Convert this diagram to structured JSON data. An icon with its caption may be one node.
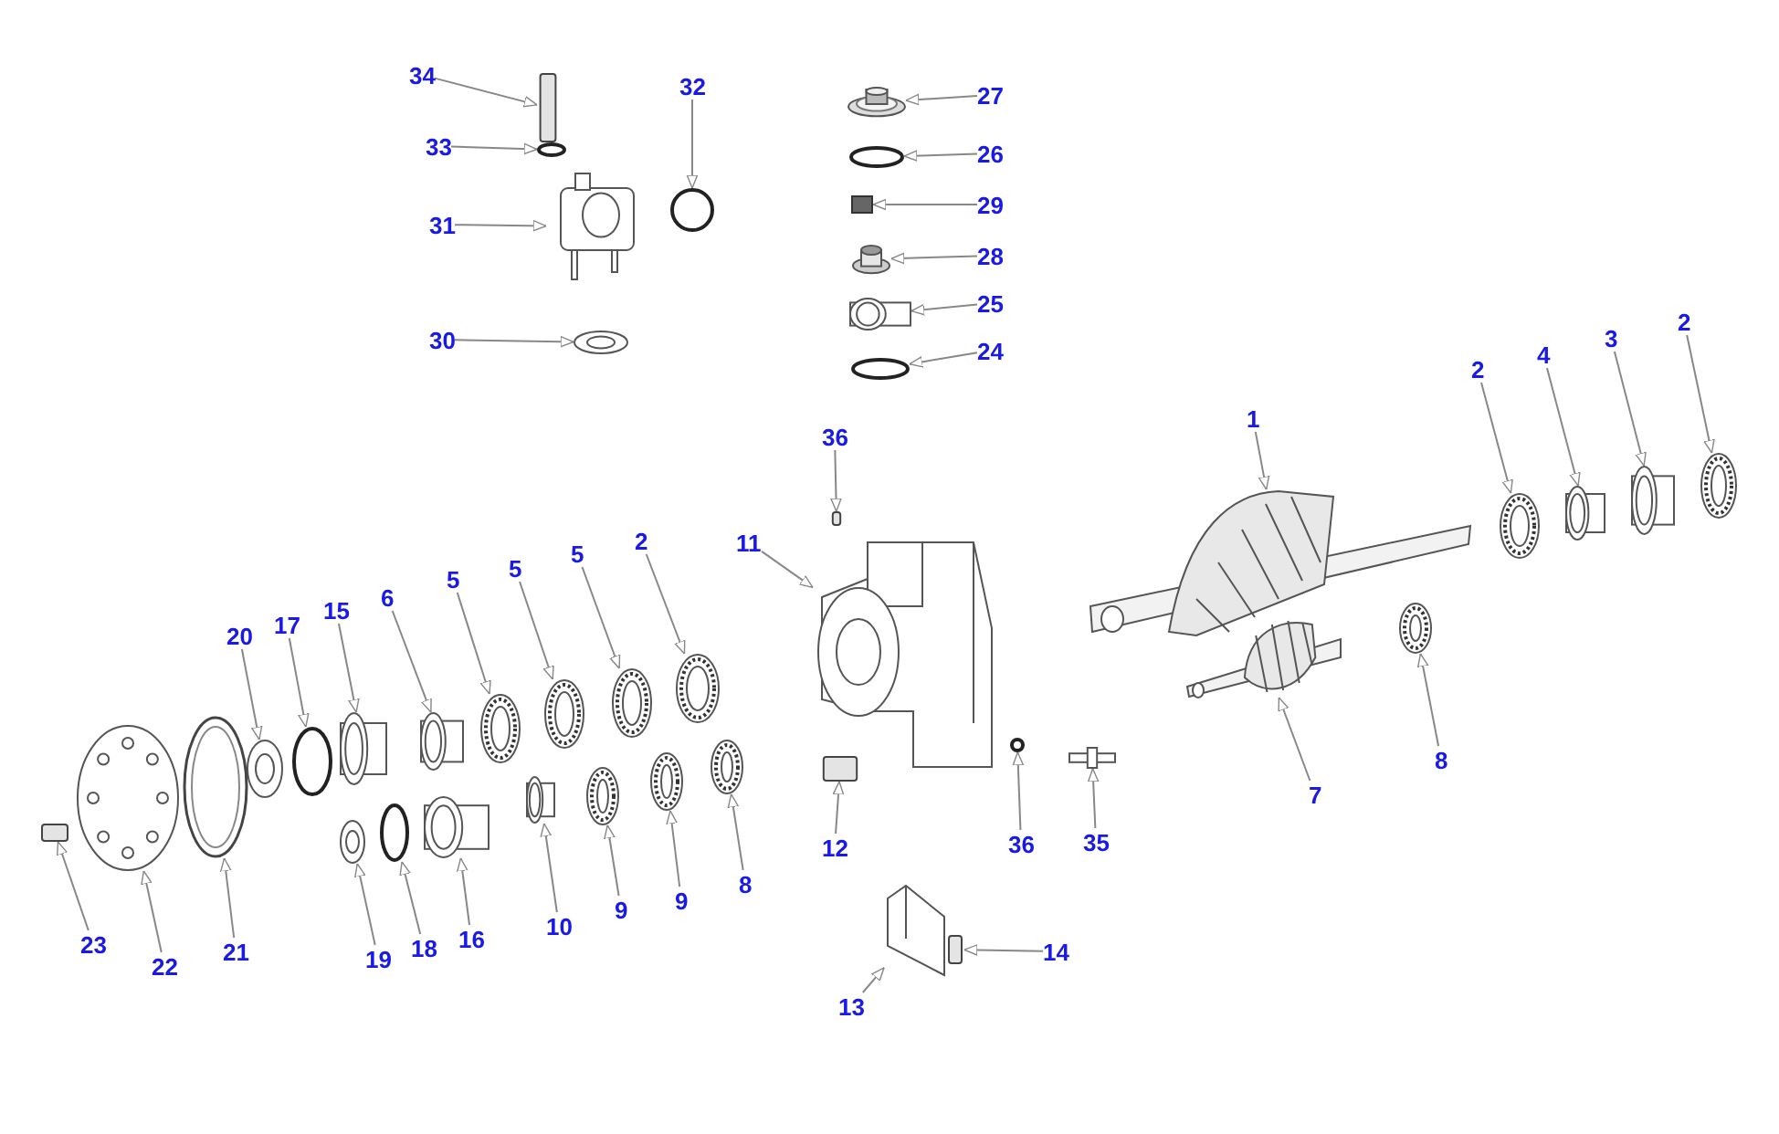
{
  "diagram": {
    "nodes": [
      {
        "text": [
          "34"
        ]
      },
      {
        "text": [],
        "shape": "bar"
      },
      {
        "text": [
          "33"
        ]
      },
      {
        "text": [],
        "shape": "circle"
      },
      {
        "text": [
          "32"
        ]
      },
      {
        "text": [],
        "shape": "circle"
      },
      {
        "text": [
          "31"
        ]
      },
      {
        "text": [],
        "shape": "picture"
      },
      {
        "text": [
          "30"
        ]
      },
      {
        "text": [],
        "shape": "picture"
      },
      {
        "text": [
          "27"
        ]
      },
      {
        "text": [],
        "shape": "picture"
      },
      {
        "text": [
          "26"
        ]
      },
      {
        "text": [],
        "shape": "circle"
      },
      {
        "text": [
          "29"
        ]
      },
      {
        "text": [],
        "shape": "box"
      },
      {
        "text": [
          "28"
        ]
      },
      {
        "text": [],
        "shape": "cylinder"
      },
      {
        "text": [
          "25"
        ]
      },
      {
        "text": [],
        "shape": "picture"
      },
      {
        "text": [
          "24"
        ]
      },
      {
        "text": [],
        "shape": "circle"
      },
      {
        "text": [
          "36"
        ]
      },
      {
        "text": [],
        "shape": "bar"
      },
      {
        "text": [
          "11"
        ]
      },
      {
        "text": [],
        "shape": "picture"
      },
      {
        "text": [
          "1"
        ]
      },
      {
        "text": [],
        "shape": "picture"
      },
      {
        "text": [
          "2"
        ]
      },
      {
        "text": [],
        "shape": "picture"
      },
      {
        "text": [
          "3"
        ]
      },
      {
        "text": [],
        "shape": "picture"
      },
      {
        "text": [
          "4"
        ]
      },
      {
        "text": [],
        "shape": "picture"
      },
      {
        "text": [
          "2"
        ]
      },
      {
        "text": [],
        "shape": "picture"
      },
      {
        "text": [
          "8"
        ]
      },
      {
        "text": [],
        "shape": "picture"
      },
      {
        "text": [
          "7"
        ]
      },
      {
        "text": [],
        "shape": "picture"
      },
      {
        "text": [
          "12"
        ]
      },
      {
        "text": [],
        "shape": "bar"
      },
      {
        "text": [
          "36"
        ]
      },
      {
        "text": [],
        "shape": "circle"
      },
      {
        "text": [
          "35"
        ]
      },
      {
        "text": [],
        "shape": "picture"
      },
      {
        "text": [
          "13"
        ]
      },
      {
        "text": [],
        "shape": "picture"
      },
      {
        "text": [
          "14"
        ]
      },
      {
        "text": [],
        "shape": "bar"
      },
      {
        "text": [
          "2"
        ]
      },
      {
        "text": [],
        "shape": "picture"
      },
      {
        "text": [
          "5"
        ]
      },
      {
        "text": [],
        "shape": "picture"
      },
      {
        "text": [
          "5"
        ]
      },
      {
        "text": [],
        "shape": "picture"
      },
      {
        "text": [
          "5"
        ]
      },
      {
        "text": [],
        "shape": "picture"
      },
      {
        "text": [
          "6"
        ]
      },
      {
        "text": [],
        "shape": "picture"
      },
      {
        "text": [
          "15"
        ]
      },
      {
        "text": [],
        "shape": "picture"
      },
      {
        "text": [
          "17"
        ]
      },
      {
        "text": [],
        "shape": "circle"
      },
      {
        "text": [
          "20"
        ]
      },
      {
        "text": [],
        "shape": "picture"
      },
      {
        "text": [
          "19"
        ]
      },
      {
        "text": [],
        "shape": "picture"
      },
      {
        "text": [
          "18"
        ]
      },
      {
        "text": [],
        "shape": "circle"
      },
      {
        "text": [
          "16"
        ]
      },
      {
        "text": [],
        "shape": "picture"
      },
      {
        "text": [
          "10"
        ]
      },
      {
        "text": [],
        "shape": "picture"
      },
      {
        "text": [
          "9"
        ]
      },
      {
        "text": [],
        "shape": "picture"
      },
      {
        "text": [
          "9"
        ]
      },
      {
        "text": [],
        "shape": "picture"
      },
      {
        "text": [
          "8"
        ]
      },
      {
        "text": [],
        "shape": "picture"
      },
      {
        "text": [
          "21"
        ]
      },
      {
        "text": [],
        "shape": "picture"
      },
      {
        "text": [
          "22"
        ]
      },
      {
        "text": [],
        "shape": "picture"
      },
      {
        "text": [
          "23"
        ]
      },
      {
        "text": [],
        "shape": "bar"
      }
    ],
    "edges": [
      {
        "from": 0,
        "to": 1,
        "arrow": "to"
      },
      {
        "from": 2,
        "to": 3,
        "arrow": "to"
      },
      {
        "from": 4,
        "to": 5,
        "arrow": "to"
      },
      {
        "from": 6,
        "to": 7,
        "arrow": "to"
      },
      {
        "from": 8,
        "to": 9,
        "arrow": "to"
      },
      {
        "from": 10,
        "to": 11,
        "arrow": "to"
      },
      {
        "from": 12,
        "to": 13,
        "arrow": "to"
      },
      {
        "from": 14,
        "to": 15,
        "arrow": "to"
      },
      {
        "from": 16,
        "to": 17,
        "arrow": "to"
      },
      {
        "from": 18,
        "to": 19,
        "arrow": "to"
      },
      {
        "from": 20,
        "to": 21,
        "arrow": "to"
      },
      {
        "from": 22,
        "to": 23,
        "arrow": "to"
      },
      {
        "from": 24,
        "to": 25,
        "arrow": "to"
      },
      {
        "from": 26,
        "to": 27,
        "arrow": "to"
      },
      {
        "from": 28,
        "to": 29,
        "arrow": "to"
      },
      {
        "from": 30,
        "to": 31,
        "arrow": "to"
      },
      {
        "from": 32,
        "to": 33,
        "arrow": "to"
      },
      {
        "from": 34,
        "to": 35,
        "arrow": "to"
      },
      {
        "from": 36,
        "to": 37,
        "arrow": "to"
      },
      {
        "from": 38,
        "to": 39,
        "arrow": "to"
      },
      {
        "from": 40,
        "to": 41,
        "arrow": "to"
      },
      {
        "from": 42,
        "to": 43,
        "arrow": "to"
      },
      {
        "from": 44,
        "to": 45,
        "arrow": "to"
      },
      {
        "from": 46,
        "to": 47,
        "arrow": "to"
      },
      {
        "from": 48,
        "to": 49,
        "arrow": "to"
      },
      {
        "from": 50,
        "to": 51,
        "arrow": "to"
      },
      {
        "from": 52,
        "to": 53,
        "arrow": "to"
      },
      {
        "from": 54,
        "to": 55,
        "arrow": "to"
      },
      {
        "from": 56,
        "to": 57,
        "arrow": "to"
      },
      {
        "from": 58,
        "to": 59,
        "arrow": "to"
      },
      {
        "from": 60,
        "to": 61,
        "arrow": "to"
      },
      {
        "from": 62,
        "to": 63,
        "arrow": "to"
      },
      {
        "from": 64,
        "to": 65,
        "arrow": "to"
      },
      {
        "from": 66,
        "to": 67,
        "arrow": "to"
      },
      {
        "from": 68,
        "to": 69,
        "arrow": "to"
      },
      {
        "from": 70,
        "to": 71,
        "arrow": "to"
      },
      {
        "from": 72,
        "to": 73,
        "arrow": "to"
      },
      {
        "from": 74,
        "to": 75,
        "arrow": "to"
      },
      {
        "from": 76,
        "to": 77,
        "arrow": "to"
      },
      {
        "from": 78,
        "to": 79,
        "arrow": "to"
      },
      {
        "from": 80,
        "to": 81,
        "arrow": "to"
      },
      {
        "from": 82,
        "to": 83,
        "arrow": "to"
      },
      {
        "from": 84,
        "to": 85,
        "arrow": "to"
      }
    ]
  }
}
